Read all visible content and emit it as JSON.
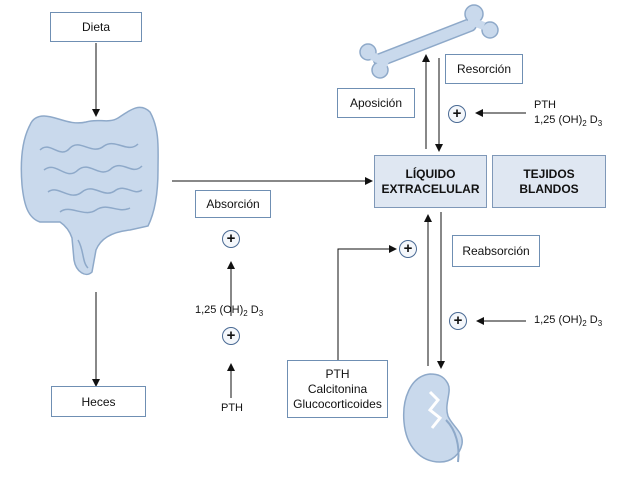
{
  "diagram": {
    "dieta": "Dieta",
    "heces": "Heces",
    "absorcion": "Absorción",
    "aposicion": "Aposición",
    "resorcion": "Resorción",
    "reabsorcion": "Reabsorción",
    "liquido_line1": "LÍQUIDO",
    "liquido_line2": "EXTRACELULAR",
    "tejidos_line1": "TEJIDOS",
    "tejidos_line2": "BLANDOS",
    "pth_box_line1": "PTH",
    "pth_box_line2": "Calcitonina",
    "pth_box_line3": "Glucocorticoides",
    "vitd_prefix": "1,25 (OH)",
    "vitd_sub2": "2",
    "vitd_d": " D",
    "vitd_sub3": "3",
    "pth": "PTH",
    "plus": "+"
  },
  "colors": {
    "organ_fill": "#c9d9ec",
    "organ_stroke": "#8ea9c9",
    "box_border": "#6f8fb3",
    "dark_box_fill": "#dfe7f2",
    "plus_stroke": "#4a6a94"
  }
}
